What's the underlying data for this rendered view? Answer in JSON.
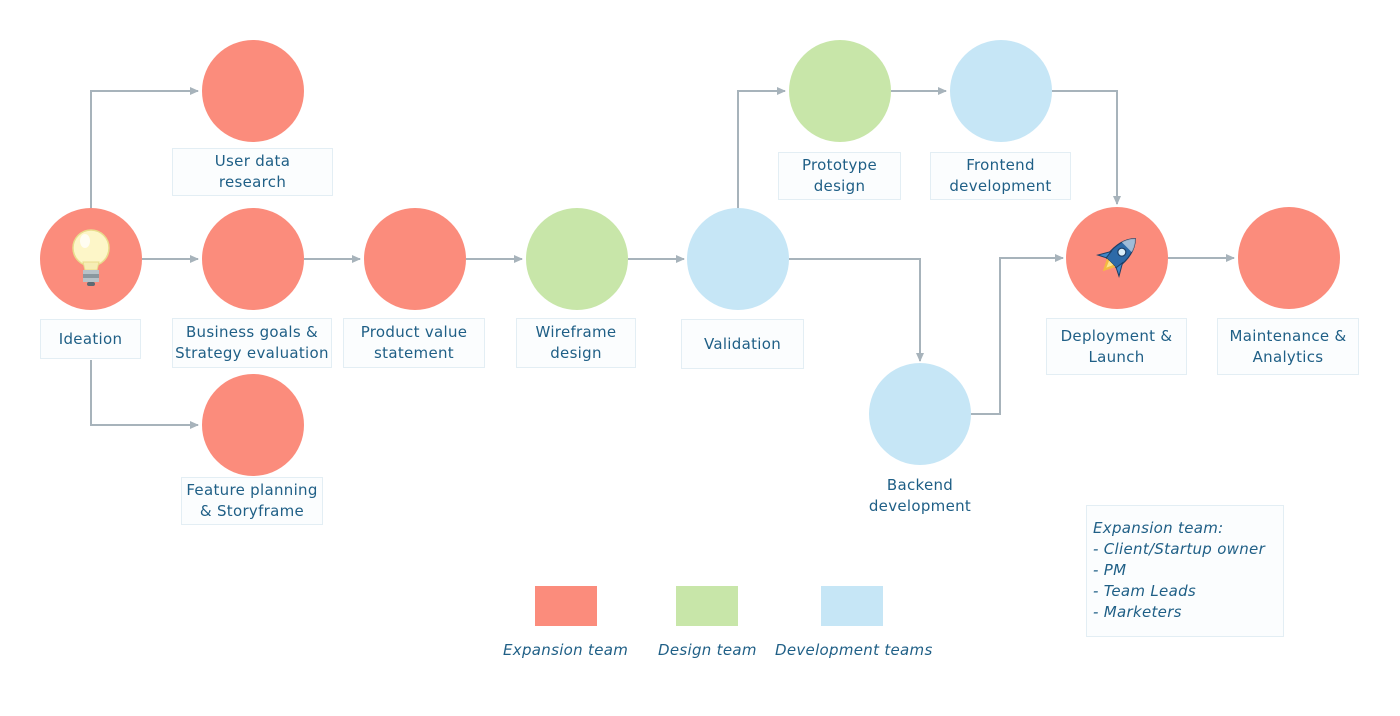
{
  "nodes": {
    "ideation": {
      "lines": [
        "Ideation"
      ]
    },
    "user_data": {
      "lines": [
        "User data",
        "research"
      ]
    },
    "business": {
      "lines": [
        "Business goals &",
        "Strategy evaluation"
      ]
    },
    "feature": {
      "lines": [
        "Feature planning",
        "& Storyframe"
      ]
    },
    "product": {
      "lines": [
        "Product value",
        "statement"
      ]
    },
    "wireframe": {
      "lines": [
        "Wireframe",
        "design"
      ]
    },
    "validation": {
      "lines": [
        "Validation"
      ]
    },
    "prototype": {
      "lines": [
        "Prototype",
        "design"
      ]
    },
    "frontend": {
      "lines": [
        "Frontend",
        "development"
      ]
    },
    "backend": {
      "lines": [
        "Backend",
        "development"
      ]
    },
    "deployment": {
      "lines": [
        "Deployment &",
        "Launch"
      ]
    },
    "maintenance": {
      "lines": [
        "Maintenance &",
        "Analytics"
      ]
    }
  },
  "icons": {
    "ideation": "lightbulb-icon",
    "deployment": "rocket-icon"
  },
  "legend": [
    {
      "label": "Expansion team",
      "color": "#fb8c7c"
    },
    {
      "label": "Design team",
      "color": "#c8e6a9"
    },
    {
      "label": "Development teams",
      "color": "#c6e6f6"
    }
  ],
  "note": {
    "lines": [
      "Expansion team:",
      "- Client/Startup owner",
      "- PM",
      "- Team Leads",
      "- Marketers"
    ]
  },
  "colors": {
    "expansion": "#fb8c7c",
    "design": "#c8e6a9",
    "development": "#c6e6f6",
    "connector": "#a7b3bb",
    "text": "#1f5f86"
  }
}
